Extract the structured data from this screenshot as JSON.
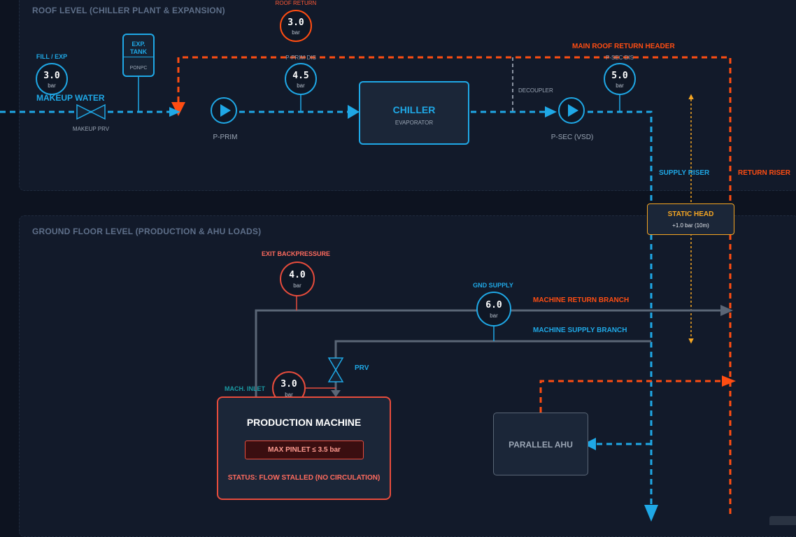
{
  "panels": {
    "roof_title": "ROOF LEVEL (CHILLER PLANT & EXPANSION)",
    "ground_title": "GROUND FLOOR LEVEL (PRODUCTION & AHU LOADS)"
  },
  "colors": {
    "supply": "#1fa8e6",
    "return": "#ff4d12",
    "gauge_red": "#e74c3c",
    "static_head": "#f5a623",
    "pipe_gray": "#5a6676",
    "decoupler": "#8a93a1"
  },
  "gauges": {
    "roof_return": {
      "label": "ROOF RETURN",
      "value": "3.0",
      "unit": "bar"
    },
    "fill_exp": {
      "label": "FILL / EXP",
      "value": "3.0",
      "unit": "bar"
    },
    "p_prim_dis": {
      "label": "P-PRIM DIS",
      "value": "4.5",
      "unit": "bar"
    },
    "p_sec_dis": {
      "label": "P-SEC DIS",
      "value": "5.0",
      "unit": "bar"
    },
    "exit_backpressure": {
      "label": "EXIT BACKPRESSURE",
      "value": "4.0",
      "unit": "bar"
    },
    "gnd_supply": {
      "label": "GND SUPPLY",
      "value": "6.0",
      "unit": "bar"
    },
    "mach_inlet": {
      "label": "MACH. INLET",
      "value": "3.0",
      "unit": "bar"
    }
  },
  "roof": {
    "makeup_water": "MAKEUP WATER",
    "makeup_prv": "MAKEUP PRV",
    "exp_tank": {
      "title_line1": "EXP.",
      "title_line2": "TANK",
      "sub": "PONPC"
    },
    "p_prim": "P-PRIM",
    "chiller": {
      "title": "CHILLER",
      "sub": "EVAPORATOR"
    },
    "decoupler": "DECOUPLER",
    "p_sec": "P-SEC (VSD)",
    "main_return_header": "MAIN ROOF RETURN HEADER",
    "supply_riser": "SUPPLY RISER",
    "return_riser": "RETURN RISER",
    "static_head": {
      "title": "STATIC HEAD",
      "sub": "+1.0 bar (10m)"
    }
  },
  "ground": {
    "machine_return_branch": "MACHINE RETURN BRANCH",
    "machine_supply_branch": "MACHINE SUPPLY BRANCH",
    "prv": "PRV",
    "production_machine": {
      "title": "PRODUCTION MACHINE",
      "limit": "MAX PINLET ≤ 3.5 bar",
      "status": "STATUS: FLOW STALLED (NO CIRCULATION)"
    },
    "parallel_ahu": "PARALLEL AHU"
  }
}
